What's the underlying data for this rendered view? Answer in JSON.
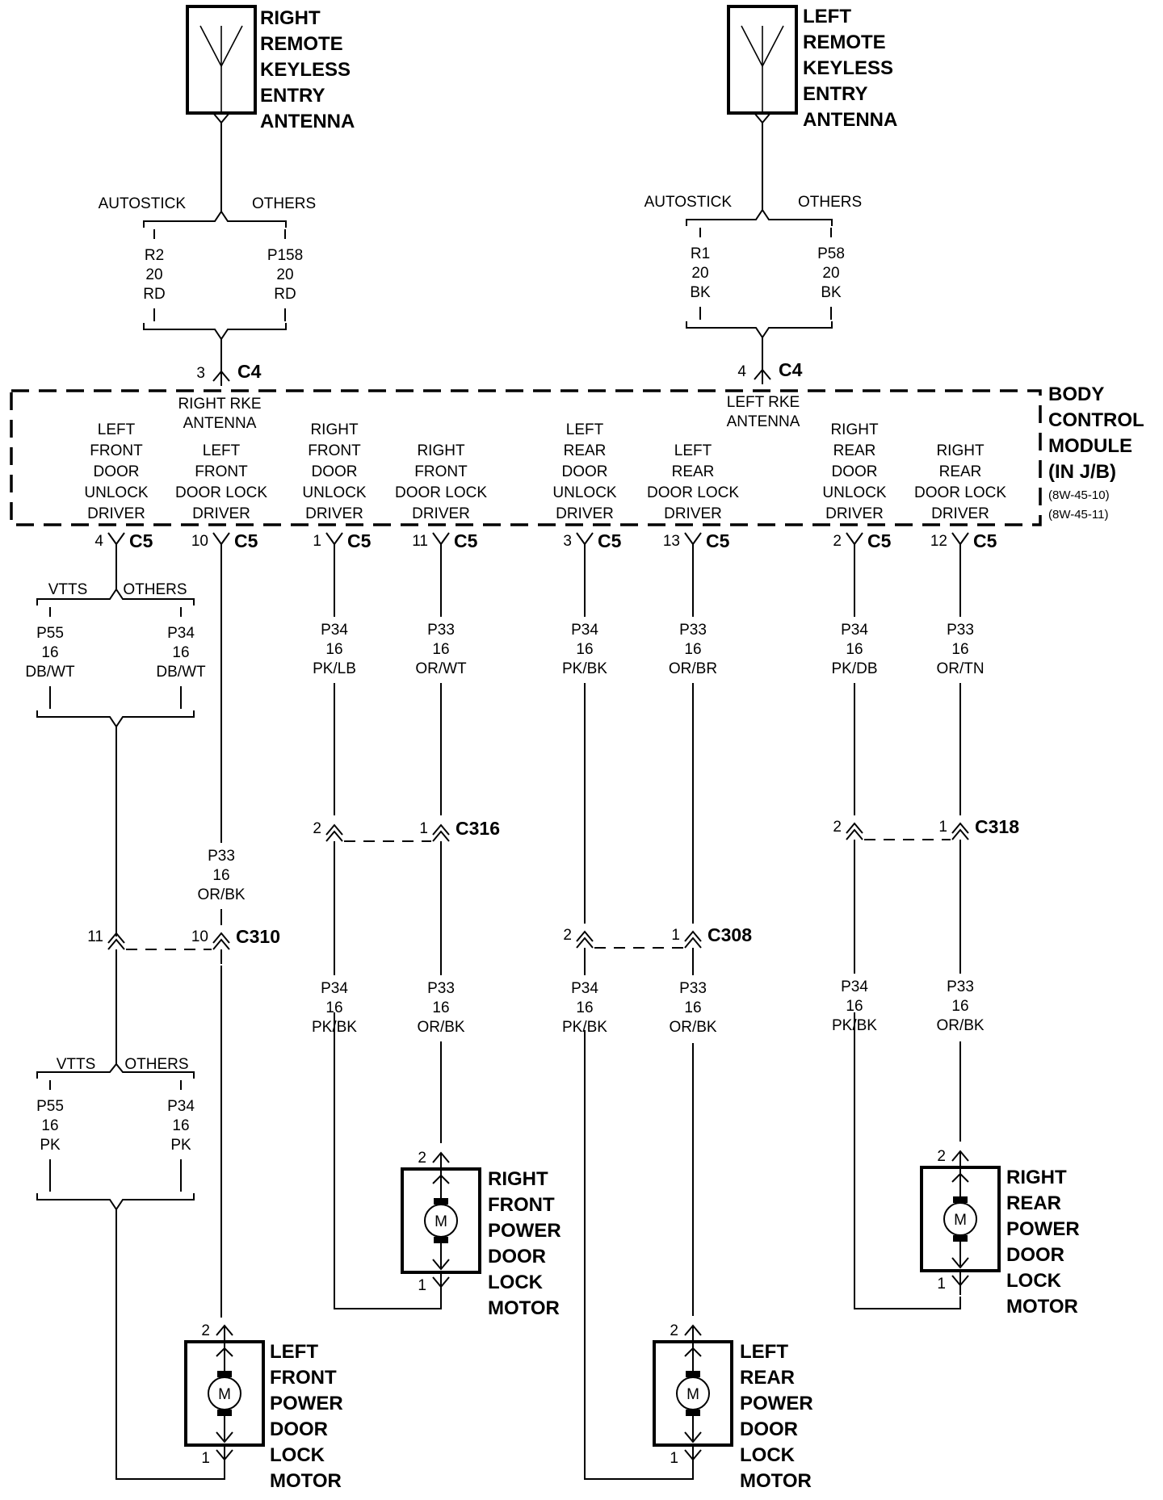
{
  "antennas": {
    "right": {
      "lines": [
        "RIGHT",
        "REMOTE",
        "KEYLESS",
        "ENTRY",
        "ANTENNA"
      ]
    },
    "left": {
      "lines": [
        "LEFT",
        "REMOTE",
        "KEYLESS",
        "ENTRY",
        "ANTENNA"
      ]
    }
  },
  "splices": {
    "right_antenna": {
      "opt_a": "AUTOSTICK",
      "opt_b": "OTHERS",
      "wire_a": [
        "R2",
        "20",
        "RD"
      ],
      "wire_b": [
        "P158",
        "20",
        "RD"
      ]
    },
    "left_antenna": {
      "opt_a": "AUTOSTICK",
      "opt_b": "OTHERS",
      "wire_a": [
        "R1",
        "20",
        "BK"
      ],
      "wire_b": [
        "P58",
        "20",
        "BK"
      ]
    },
    "lf_top": {
      "opt_a": "VTTS",
      "opt_b": "OTHERS",
      "wire_a": [
        "P55",
        "16",
        "DB/WT"
      ],
      "wire_b": [
        "P34",
        "16",
        "DB/WT"
      ]
    },
    "lf_bottom": {
      "opt_a": "VTTS",
      "opt_b": "OTHERS",
      "wire_a": [
        "P55",
        "16",
        "PK"
      ],
      "wire_b": [
        "P34",
        "16",
        "PK"
      ]
    }
  },
  "c4": [
    {
      "pin": "3",
      "name": "C4",
      "circuit": [
        "RIGHT RKE",
        "ANTENNA"
      ]
    },
    {
      "pin": "4",
      "name": "C4",
      "circuit": [
        "LEFT RKE",
        "ANTENNA"
      ]
    }
  ],
  "bcm": {
    "lines": [
      "BODY",
      "CONTROL",
      "MODULE",
      "(IN J/B)"
    ],
    "refs": [
      "(8W-45-10)",
      "(8W-45-11)"
    ]
  },
  "drivers": [
    {
      "label": [
        "LEFT",
        "FRONT",
        "DOOR",
        "UNLOCK",
        "DRIVER"
      ],
      "pin": "4",
      "conn": "C5"
    },
    {
      "label": [
        "LEFT",
        "FRONT",
        "DOOR LOCK",
        "DRIVER"
      ],
      "pin": "10",
      "conn": "C5"
    },
    {
      "label": [
        "RIGHT",
        "FRONT",
        "DOOR",
        "UNLOCK",
        "DRIVER"
      ],
      "pin": "1",
      "conn": "C5"
    },
    {
      "label": [
        "RIGHT",
        "FRONT",
        "DOOR LOCK",
        "DRIVER"
      ],
      "pin": "11",
      "conn": "C5"
    },
    {
      "label": [
        "LEFT",
        "REAR",
        "DOOR",
        "UNLOCK",
        "DRIVER"
      ],
      "pin": "3",
      "conn": "C5"
    },
    {
      "label": [
        "LEFT",
        "REAR",
        "DOOR LOCK",
        "DRIVER"
      ],
      "pin": "13",
      "conn": "C5"
    },
    {
      "label": [
        "RIGHT",
        "REAR",
        "DOOR",
        "UNLOCK",
        "DRIVER"
      ],
      "pin": "2",
      "conn": "C5"
    },
    {
      "label": [
        "RIGHT",
        "REAR",
        "DOOR LOCK",
        "DRIVER"
      ],
      "pin": "12",
      "conn": "C5"
    }
  ],
  "upper_wires": [
    [
      "P33",
      "16",
      "OR/BK"
    ],
    [
      "P34",
      "16",
      "PK/LB"
    ],
    [
      "P33",
      "16",
      "OR/WT"
    ],
    [
      "P34",
      "16",
      "PK/BK"
    ],
    [
      "P33",
      "16",
      "OR/BR"
    ],
    [
      "P34",
      "16",
      "PK/DB"
    ],
    [
      "P33",
      "16",
      "OR/TN"
    ]
  ],
  "connectors": [
    {
      "name": "C310",
      "pin_a": "11",
      "pin_b": "10"
    },
    {
      "name": "C316",
      "pin_a": "2",
      "pin_b": "1"
    },
    {
      "name": "C308",
      "pin_a": "2",
      "pin_b": "1"
    },
    {
      "name": "C318",
      "pin_a": "2",
      "pin_b": "1"
    }
  ],
  "lower_wires": [
    [
      "P34",
      "16",
      "PK/BK"
    ],
    [
      "P33",
      "16",
      "OR/BK"
    ],
    [
      "P34",
      "16",
      "PK/BK"
    ],
    [
      "P33",
      "16",
      "OR/BK"
    ],
    [
      "P34",
      "16",
      "PK/BK"
    ],
    [
      "P33",
      "16",
      "OR/BK"
    ]
  ],
  "motors": [
    {
      "label": [
        "LEFT",
        "FRONT",
        "POWER",
        "DOOR",
        "LOCK",
        "MOTOR"
      ],
      "symbol": "M",
      "pin_top": "2",
      "pin_bottom": "1"
    },
    {
      "label": [
        "RIGHT",
        "FRONT",
        "POWER",
        "DOOR",
        "LOCK",
        "MOTOR"
      ],
      "symbol": "M",
      "pin_top": "2",
      "pin_bottom": "1"
    },
    {
      "label": [
        "LEFT",
        "REAR",
        "POWER",
        "DOOR",
        "LOCK",
        "MOTOR"
      ],
      "symbol": "M",
      "pin_top": "2",
      "pin_bottom": "1"
    },
    {
      "label": [
        "RIGHT",
        "REAR",
        "POWER",
        "DOOR",
        "LOCK",
        "MOTOR"
      ],
      "symbol": "M",
      "pin_top": "2",
      "pin_bottom": "1"
    }
  ]
}
